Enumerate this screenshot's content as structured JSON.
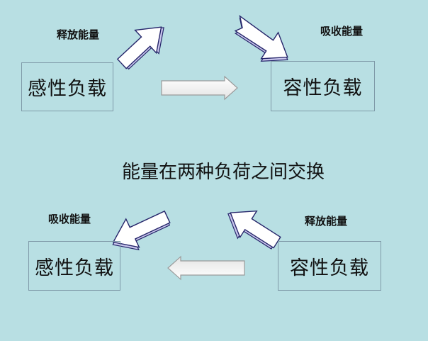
{
  "top": {
    "left_box": "感性负载",
    "right_box": "容性负载",
    "left_label": "释放能量",
    "right_label": "吸收能量"
  },
  "caption": "能量在两种负荷之间交换",
  "bottom": {
    "left_box": "感性负载",
    "right_box": "容性负载",
    "left_label": "吸收能量",
    "right_label": "释放能量"
  },
  "colors": {
    "background": "#b8dfe3",
    "box_border": "#7f9aa8",
    "diagonal_arrow_outline": "#25256a",
    "diagonal_arrow_shade": "#c9c6ec",
    "horizontal_arrow_outline": "#9a9a9a"
  }
}
